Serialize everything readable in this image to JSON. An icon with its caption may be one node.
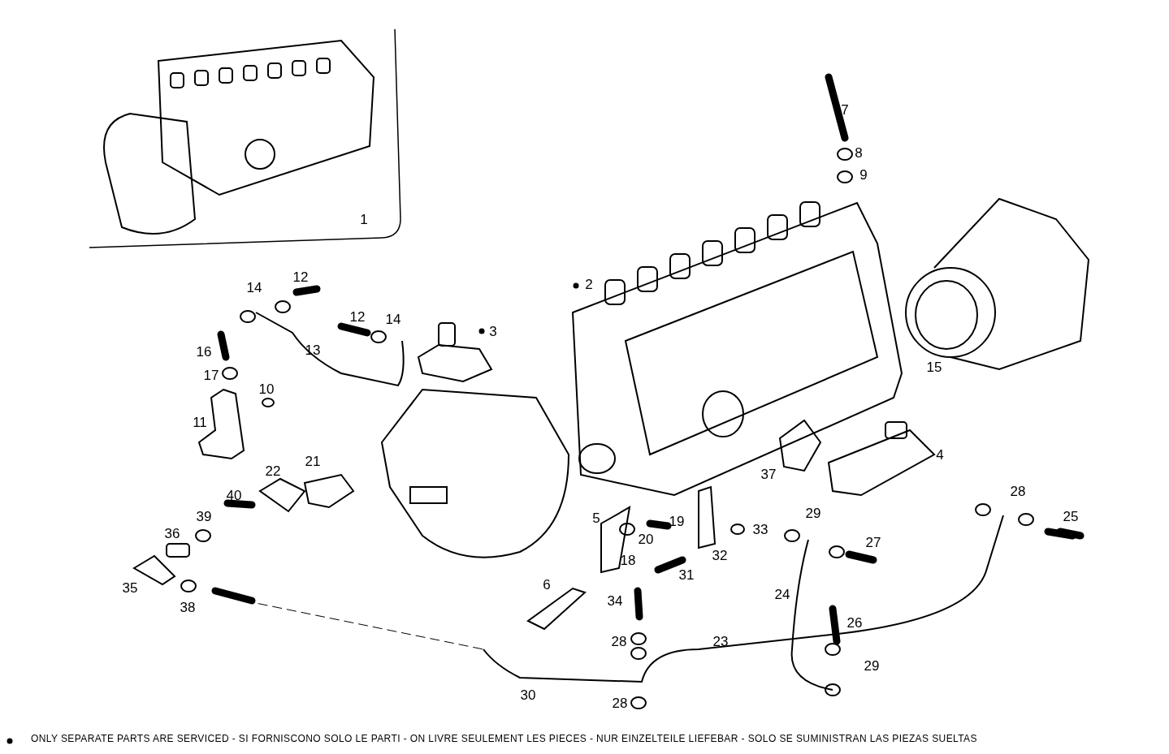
{
  "diagram": {
    "caption": "ONLY SEPARATE PARTS ARE SERVICED - SI FORNISCONO SOLO LE PARTI - ON LIVRE SEULEMENT LES PIECES - NUR EINZELTEILE LIEFEBAR - SOLO SE SUMINISTRAN LAS PIEZAS SUELTAS",
    "labels": [
      "7",
      "8",
      "9",
      "1",
      "2",
      "12",
      "14",
      "3",
      "12",
      "14",
      "13",
      "16",
      "15",
      "17",
      "10",
      "11",
      "4",
      "21",
      "22",
      "37",
      "28",
      "40",
      "29",
      "5",
      "39",
      "19",
      "25",
      "33",
      "36",
      "20",
      "27",
      "18",
      "32",
      "35",
      "31",
      "6",
      "38",
      "24",
      "34",
      "26",
      "23",
      "28",
      "29",
      "30",
      "28"
    ]
  }
}
